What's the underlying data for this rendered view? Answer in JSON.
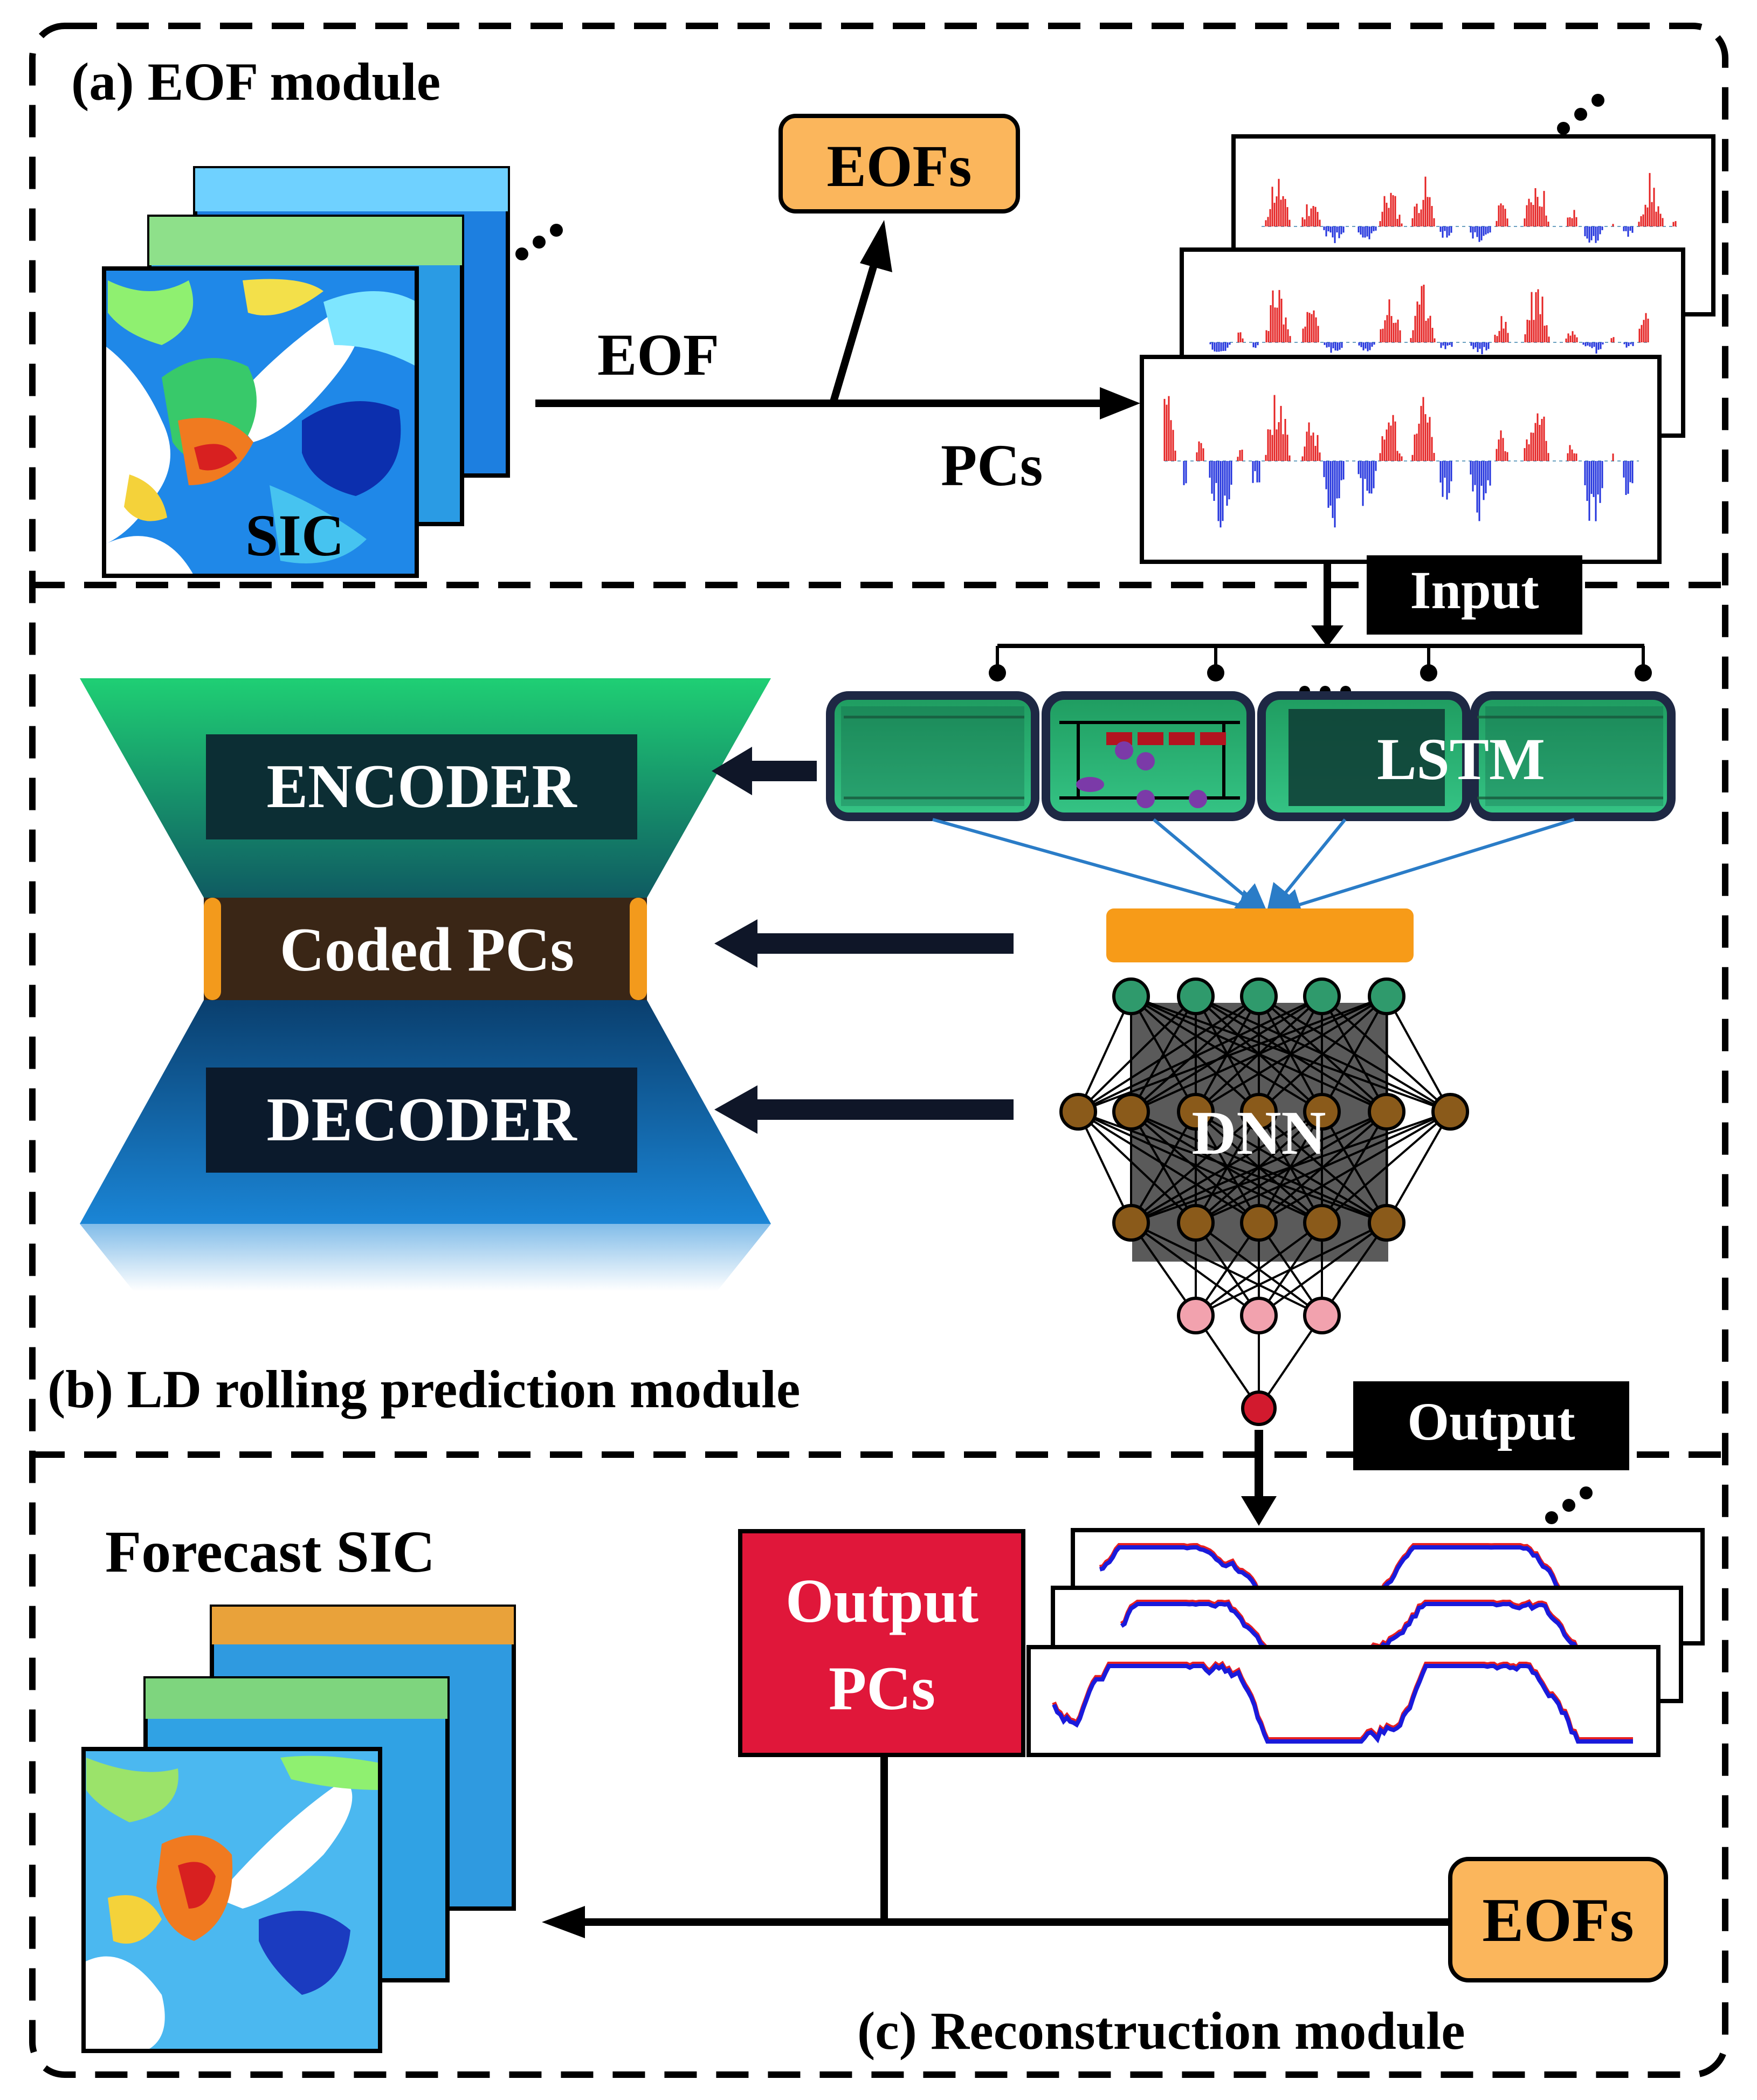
{
  "sections": {
    "a_title": "(a) EOF module",
    "b_title": "(b) LD rolling prediction module",
    "c_title": "(c) Reconstruction module"
  },
  "labels": {
    "sic": "SIC",
    "eof_arrow": "EOF",
    "pcs": "PCs",
    "eofs_top": "EOFs",
    "input": "Input",
    "lstm": "LSTM",
    "encoder": "ENCODER",
    "coded_pcs": "Coded PCs",
    "decoder": "DECODER",
    "dnn": "DNN",
    "output": "Output",
    "forecast_sic": "Forecast SIC",
    "output_pcs_line1": "Output",
    "output_pcs_line2": "PCs",
    "eofs_bottom": "EOFs"
  },
  "colors": {
    "eofs_box": "#fbb65c",
    "output_pcs_box": "#e0173a",
    "encoder_top": "#1fcf74",
    "encoder_mid": "#0f5b62",
    "coded_band": "#f39a1c",
    "coded_fill": "#3a2616",
    "decoder_top": "#0a3f6e",
    "decoder_bottom": "#1a85d6",
    "lstm_cell": "#2bb573",
    "lstm_border": "#1e2844",
    "dnn_top_nodes": "#2f9a6c",
    "dnn_mid_nodes": "#8a5a1a",
    "dnn_pink_nodes": "#f2a2ae",
    "dnn_output_node": "#d21a2e",
    "pc_positive": "#e52222",
    "pc_negative": "#2233dd",
    "forecast_line": "#1a1adb",
    "observed_line": "#e82020"
  },
  "icons": [
    "ellipsis-icon",
    "arrow-icon",
    "neural-network-icon"
  ]
}
